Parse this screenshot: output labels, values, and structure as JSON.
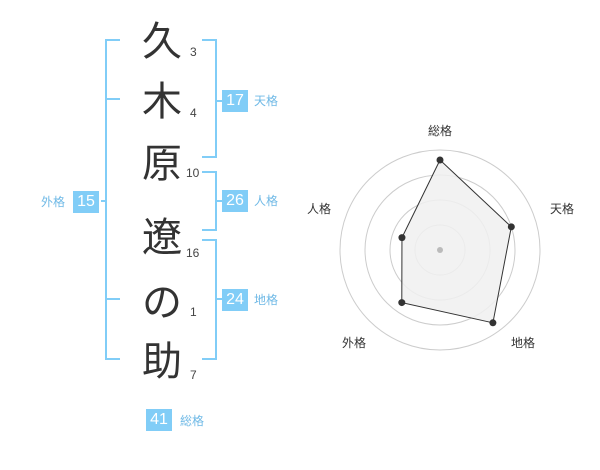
{
  "characters": [
    {
      "char": "久",
      "strokes": "3"
    },
    {
      "char": "木",
      "strokes": "4"
    },
    {
      "char": "原",
      "strokes": "10"
    },
    {
      "char": "遼",
      "strokes": "16"
    },
    {
      "char": "の",
      "strokes": "1"
    },
    {
      "char": "助",
      "strokes": "7"
    }
  ],
  "kakusu": {
    "tenkaku": {
      "value": "17",
      "label": "天格"
    },
    "jinkaku": {
      "value": "26",
      "label": "人格"
    },
    "chikaku": {
      "value": "24",
      "label": "地格"
    },
    "gaikaku": {
      "value": "15",
      "label": "外格"
    },
    "soukaku": {
      "value": "41",
      "label": "総格"
    }
  },
  "colors": {
    "accent": "#81cdf7",
    "bracket": "#81cdf7",
    "text": "#333333"
  },
  "chart_data": {
    "type": "radar",
    "axes": [
      "総格",
      "天格",
      "地格",
      "外格",
      "人格"
    ],
    "values": [
      0.9,
      0.75,
      0.9,
      0.65,
      0.4
    ],
    "range": [
      0,
      1
    ],
    "rings": 4,
    "fill_color": "#f0f0f0",
    "line_color": "#333333"
  }
}
